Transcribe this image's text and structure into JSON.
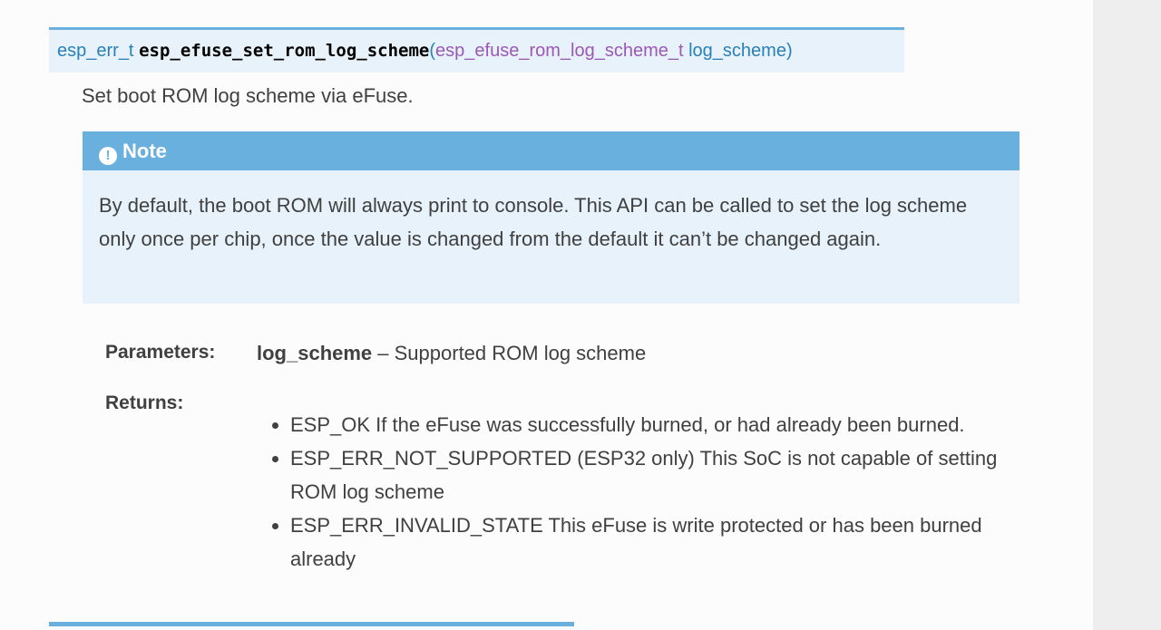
{
  "signature": {
    "return_type": "esp_err_t",
    "name": "esp_efuse_set_rom_log_scheme",
    "open": "(",
    "param_type": "esp_efuse_rom_log_scheme_t",
    "param_name": "log_scheme",
    "close": ")"
  },
  "description": "Set boot ROM log scheme via eFuse.",
  "note": {
    "icon": "exclamation-circle-icon",
    "icon_glyph": "!",
    "title": "Note",
    "body": "By default, the boot ROM will always print to console. This API can be called to set the log scheme only once per chip, once the value is changed from the default it can’t be changed again."
  },
  "parameters": {
    "label": "Parameters:",
    "name": "log_scheme",
    "desc": " – Supported ROM log scheme"
  },
  "returns": {
    "label": "Returns:",
    "items": [
      "ESP_OK If the eFuse was successfully burned, or had already been burned.",
      "ESP_ERR_NOT_SUPPORTED (ESP32 only) This SoC is not capable of setting ROM log scheme",
      "ESP_ERR_INVALID_STATE This eFuse is write protected or has been burned already"
    ]
  }
}
